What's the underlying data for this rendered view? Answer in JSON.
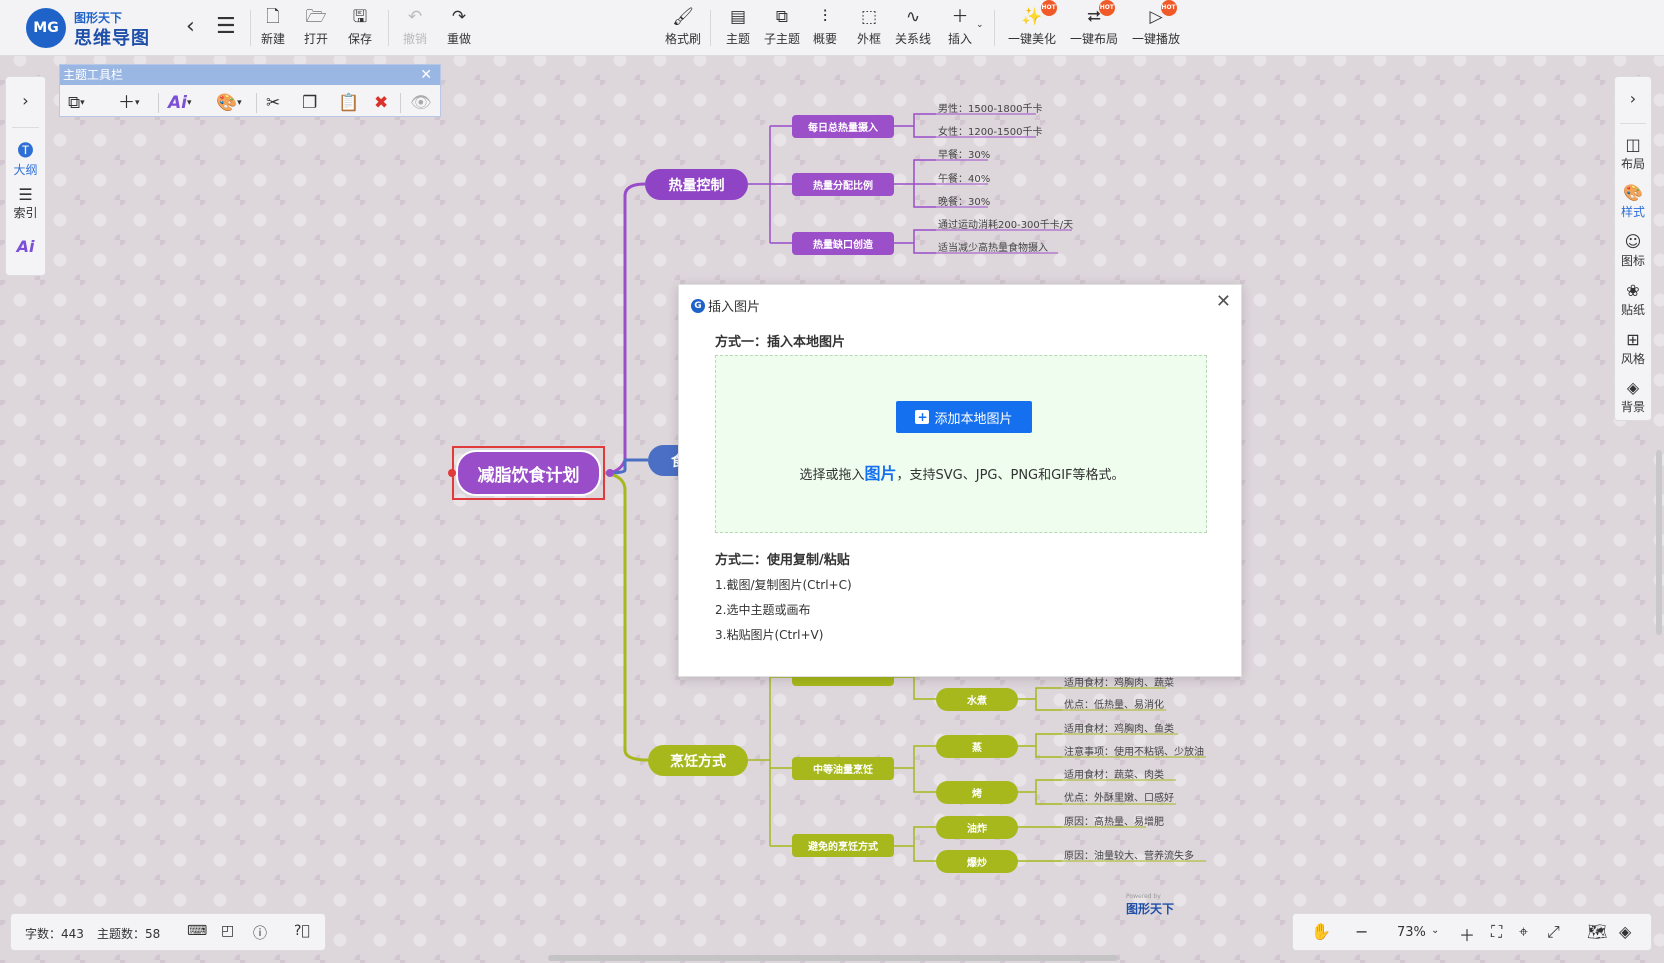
{
  "app": {
    "logo_mark": "MG",
    "logo_top": "图形天下",
    "logo_main": "思维导图"
  },
  "toolbar": {
    "file": [
      {
        "icon": "new-file-icon",
        "label": "新建"
      },
      {
        "icon": "open-folder-icon",
        "label": "打开"
      },
      {
        "icon": "save-icon",
        "label": "保存"
      },
      {
        "icon": "undo-icon",
        "label": "撤销"
      },
      {
        "icon": "redo-icon",
        "label": "重做"
      }
    ],
    "edit": [
      {
        "icon": "format-brush-icon",
        "label": "格式刷"
      },
      {
        "icon": "topic-icon",
        "label": "主题"
      },
      {
        "icon": "subtopic-icon",
        "label": "子主题"
      },
      {
        "icon": "summary-icon",
        "label": "概要"
      },
      {
        "icon": "boundary-icon",
        "label": "外框"
      },
      {
        "icon": "relation-line-icon",
        "label": "关系线"
      },
      {
        "icon": "insert-icon",
        "label": "插入"
      }
    ],
    "one_click": [
      {
        "icon": "magic-wand-icon",
        "label": "一键美化",
        "badge": "HOT"
      },
      {
        "icon": "layout-icon",
        "label": "一键布局",
        "badge": "HOT"
      },
      {
        "icon": "play-icon",
        "label": "一键播放",
        "badge": "HOT"
      }
    ]
  },
  "left_panel": {
    "outline": "大纲",
    "index": "索引",
    "ai": "Ai"
  },
  "right_panel": {
    "layout": "布局",
    "style": "样式",
    "icon": "图标",
    "sticker": "贴纸",
    "theme": "风格",
    "background": "背景"
  },
  "topic_toolbar": {
    "title": "主题工具栏",
    "ai_label": "Ai"
  },
  "mindmap": {
    "root": "减脂饮食计划",
    "branch1": {
      "title": "热量控制",
      "sub1": {
        "title": "每日总热量摄入",
        "leaves": [
          "男性：1500-1800千卡",
          "女性：1200-1500千卡"
        ]
      },
      "sub2": {
        "title": "热量分配比例",
        "leaves": [
          "早餐：30%",
          "午餐：40%",
          "晚餐：30%"
        ]
      },
      "sub3": {
        "title": "热量缺口创造",
        "leaves": [
          "通过运动消耗200-300千卡/天",
          "适当减少高热量食物摄入"
        ]
      }
    },
    "branch2": {
      "title": "食"
    },
    "branch3": {
      "title": "烹饪方式",
      "partial_leaves": [
        "适用食材：鸡胸肉、蔬菜",
        "优点：低热量、易消化"
      ],
      "boiled": "水煮",
      "sub_mid": {
        "title": "中等油量烹饪",
        "steamed_leaf": "蒸",
        "roast_leaf": "烤"
      },
      "sub_mid_leaves": [
        "适用食材：鸡胸肉、鱼类",
        "注意事项：使用不粘锅、少放油",
        "适用食材：蔬菜、肉类",
        "优点：外酥里嫩、口感好"
      ],
      "sub_avoid": {
        "title": "避免的烹饪方式",
        "fried": "油炸",
        "stirfry": "爆炒"
      },
      "sub_avoid_leaves": [
        "原因：高热量、易增肥",
        "原因：油量较大、营养流失多"
      ]
    }
  },
  "modal": {
    "title": "插入图片",
    "method1": "方式一：插入本地图片",
    "add_button": "添加本地图片",
    "drop_prefix": "选择或拖入",
    "drop_highlight": "图片",
    "drop_suffix": "，支持SVG、JPG、PNG和GIF等格式。",
    "method2": "方式二：使用复制/粘贴",
    "steps": [
      "1.截图/复制图片(Ctrl+C)",
      "2.选中主题或画布",
      "3.粘贴图片(Ctrl+V)"
    ]
  },
  "status": {
    "word_count": "字数：443",
    "topic_count": "主题数：58"
  },
  "zoom": {
    "value": "73%"
  },
  "watermark": {
    "small": "Powered by",
    "main": "图形天下"
  }
}
